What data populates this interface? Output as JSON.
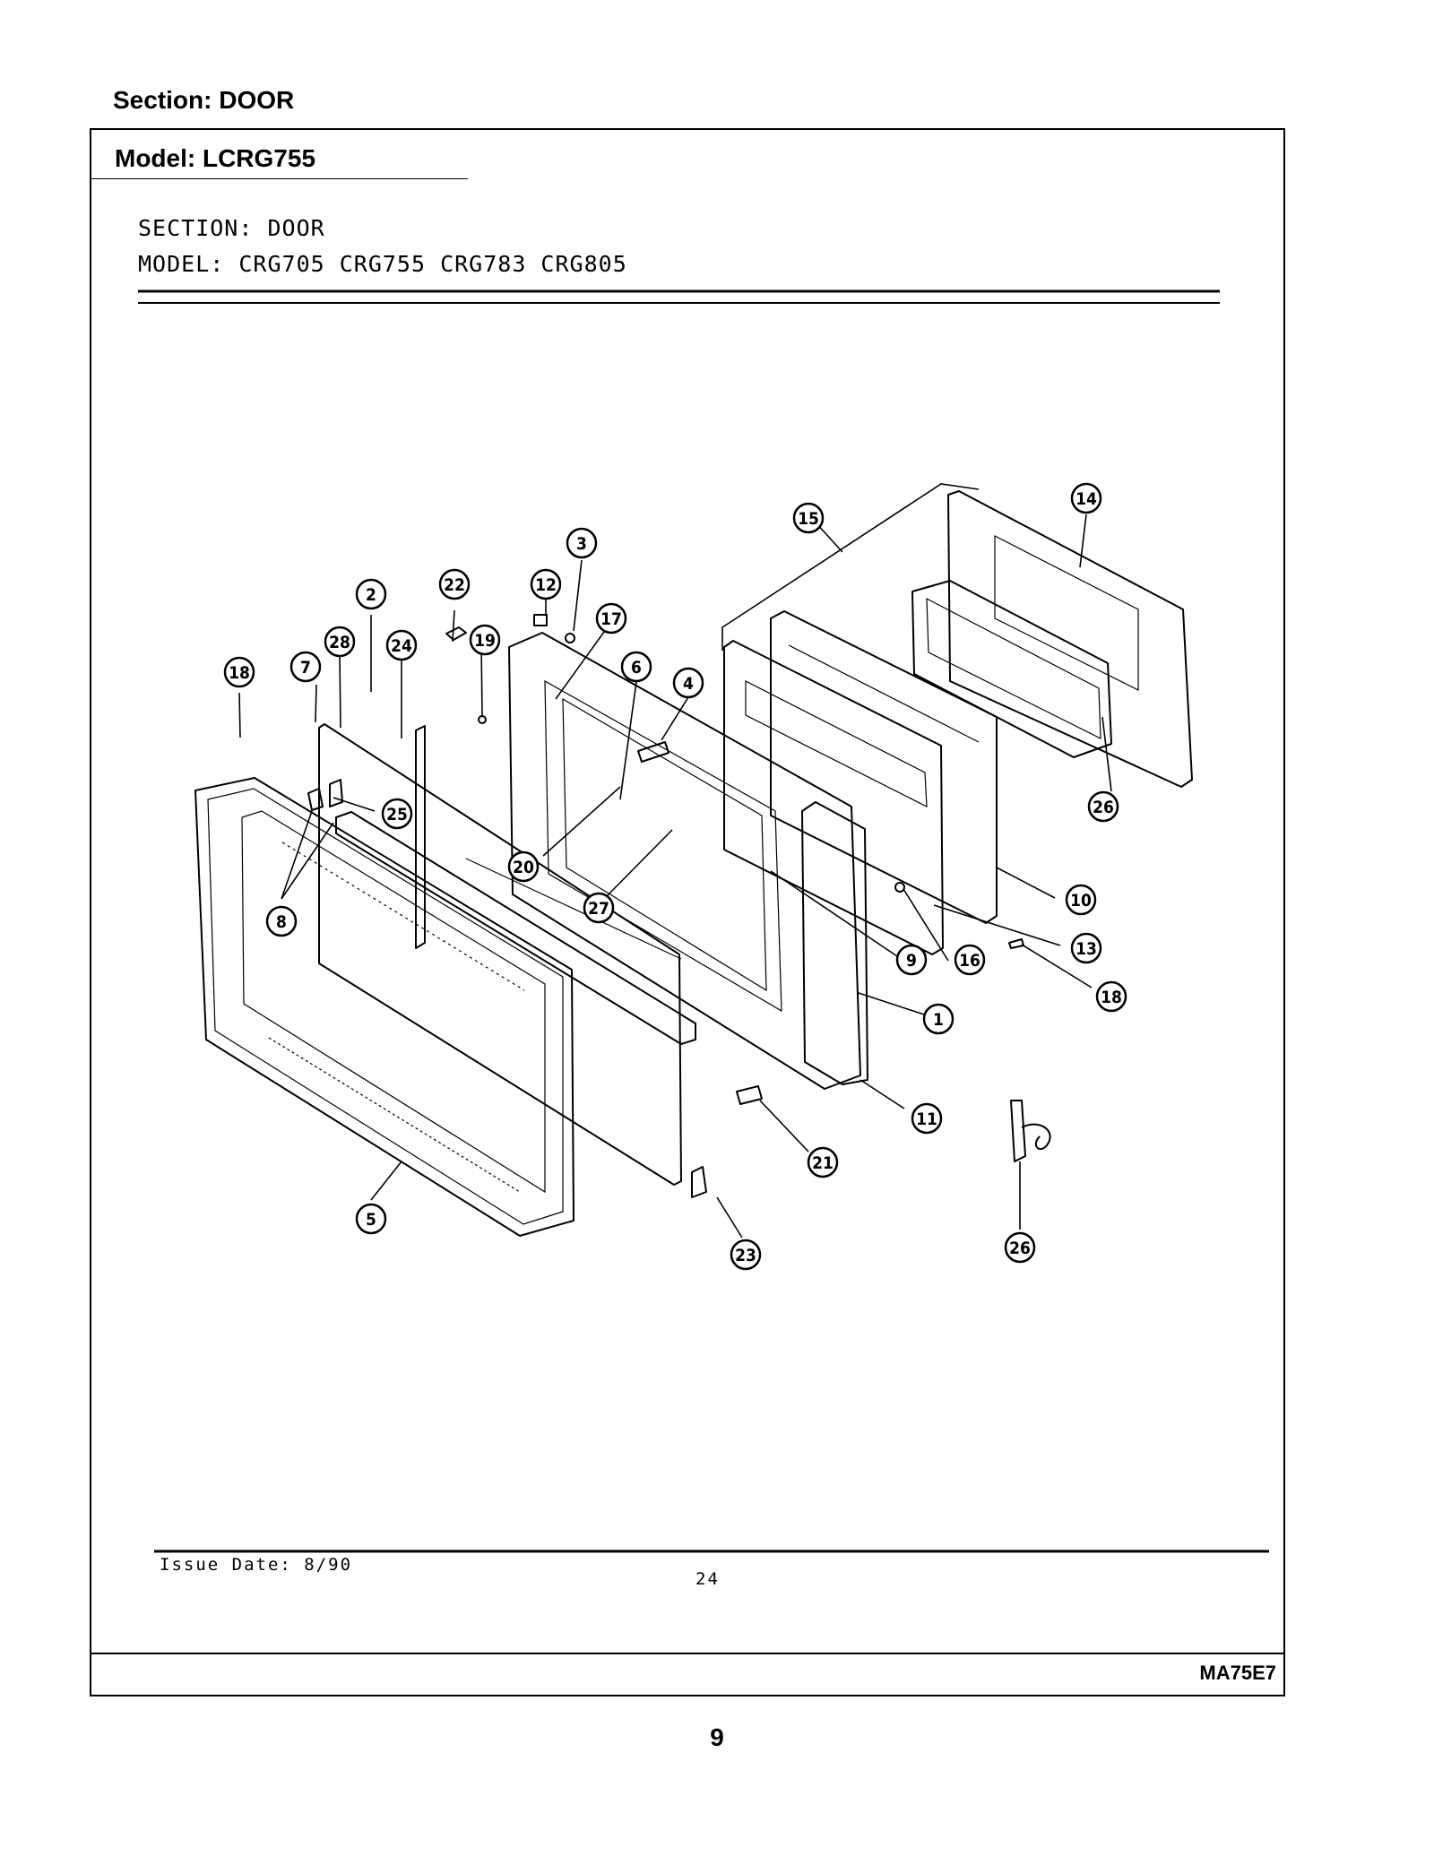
{
  "page": {
    "section_title": "Section:  DOOR",
    "model_title": "Model:  LCRG755",
    "footer_code": "MA75E7",
    "page_number": "9"
  },
  "scan": {
    "section_line": "SECTION:  DOOR",
    "model_line": "MODEL:  CRG705  CRG755  CRG783  CRG805",
    "issue_date": "Issue Date: 8/90",
    "sheet_number": "24"
  },
  "callouts": [
    "1",
    "2",
    "3",
    "4",
    "5",
    "6",
    "7",
    "8",
    "9",
    "10",
    "11",
    "12",
    "13",
    "14",
    "15",
    "16",
    "17",
    "18",
    "18",
    "19",
    "20",
    "21",
    "22",
    "23",
    "24",
    "25",
    "26",
    "26",
    "27",
    "28"
  ]
}
